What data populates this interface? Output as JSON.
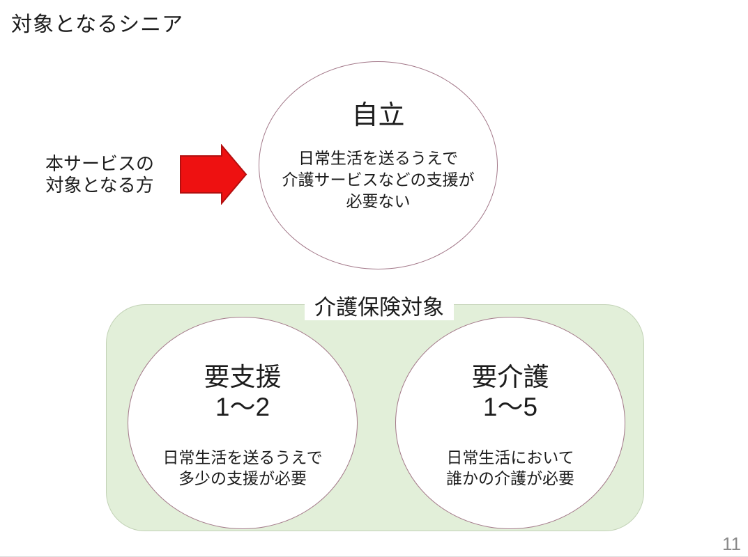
{
  "slide": {
    "title": "対象となるシニア",
    "page_number": "11",
    "pointer": {
      "label_line1": "本サービスの",
      "label_line2": "対象となる方",
      "arrow_icon": "red-right-block-arrow"
    },
    "independent_circle": {
      "title": "自立",
      "desc_lines": {
        "0": "日常生活を送るうえで",
        "1": "介護サービスなどの支援が",
        "2": "必要ない"
      }
    },
    "insurance_group": {
      "label": "介護保険対象",
      "circles": {
        "0": {
          "title_line1": "要支援",
          "title_line2": "1〜2",
          "desc_line1": "日常生活を送るうえで",
          "desc_line2": "多少の支援が必要"
        },
        "1": {
          "title_line1": "要介護",
          "title_line2": "1〜5",
          "desc_line1": "日常生活において",
          "desc_line2": "誰かの介護が必要"
        }
      }
    },
    "colors": {
      "arrow_red_fill": "#ee1111",
      "arrow_red_border": "#b30f0f",
      "ellipse_border": "#a27788",
      "group_green_fill": "#e2efd9",
      "group_green_border": "#c2d2b6",
      "text": "#1c1c1c",
      "page_number_gray": "#8a8a8a"
    }
  }
}
